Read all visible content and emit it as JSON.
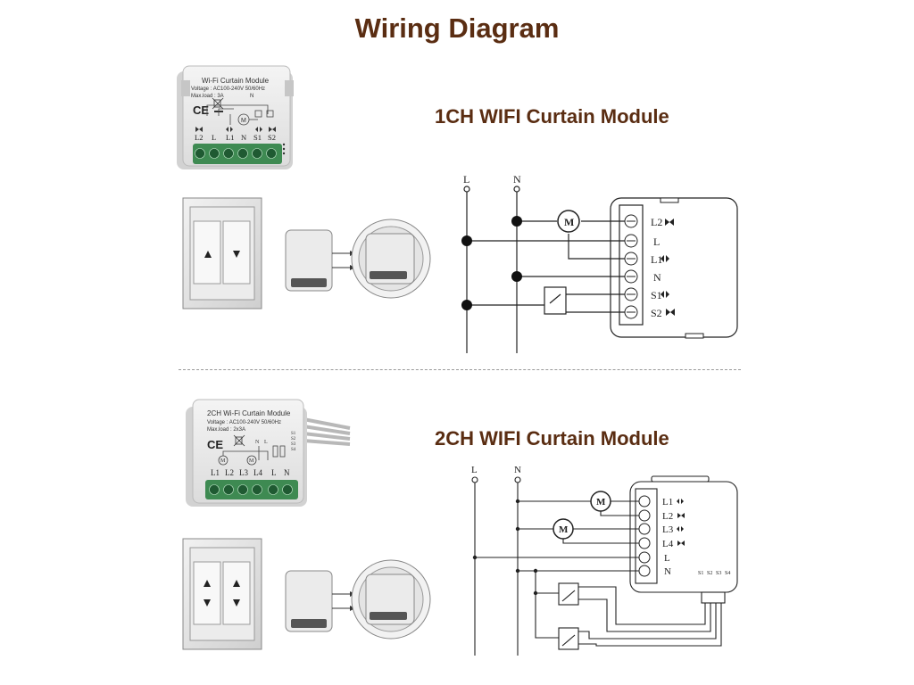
{
  "page": {
    "title": "Wiring Diagram"
  },
  "colors": {
    "title": "#5a2d12",
    "terminal_green": "#3e8a52",
    "wire": "#222222"
  },
  "section_1ch": {
    "title": "1CH WIFI Curtain Module",
    "module_label": {
      "name": "Wi-Fi Curtain Module",
      "voltage": "Voltage : AC100-240V 50/60Hz",
      "max_load": "Max.load : 3A",
      "mark": "CE",
      "n_mark": "N",
      "motor_mark": "M",
      "terminals": [
        "L2",
        "L",
        "L1",
        "N",
        "S1",
        "S2"
      ]
    },
    "diagram": {
      "lines": [
        "L",
        "N"
      ],
      "motor": "M",
      "terminals": [
        "L2",
        "L",
        "L1",
        "N",
        "S1",
        "S2"
      ]
    }
  },
  "section_2ch": {
    "title": "2CH WIFI Curtain Module",
    "module_label": {
      "name": "2CH Wi-Fi   Curtain Module",
      "voltage": "Voltage : AC100-240V 50/60Hz",
      "max_load": "Max.load : 2x3A",
      "mark": "CE",
      "side_marks": [
        "S1",
        "S2",
        "S3",
        "S4"
      ],
      "ln_marks": [
        "N",
        "L"
      ],
      "motor_mark": "M",
      "terminals": [
        "L1",
        "L2",
        "L3",
        "L4",
        "L",
        "N"
      ]
    },
    "diagram": {
      "lines": [
        "L",
        "N"
      ],
      "motors": [
        "M",
        "M"
      ],
      "terminals": [
        "L1",
        "L2",
        "L3",
        "L4",
        "L",
        "N"
      ],
      "side_marks": [
        "S1",
        "S2",
        "S3",
        "S4"
      ]
    }
  }
}
